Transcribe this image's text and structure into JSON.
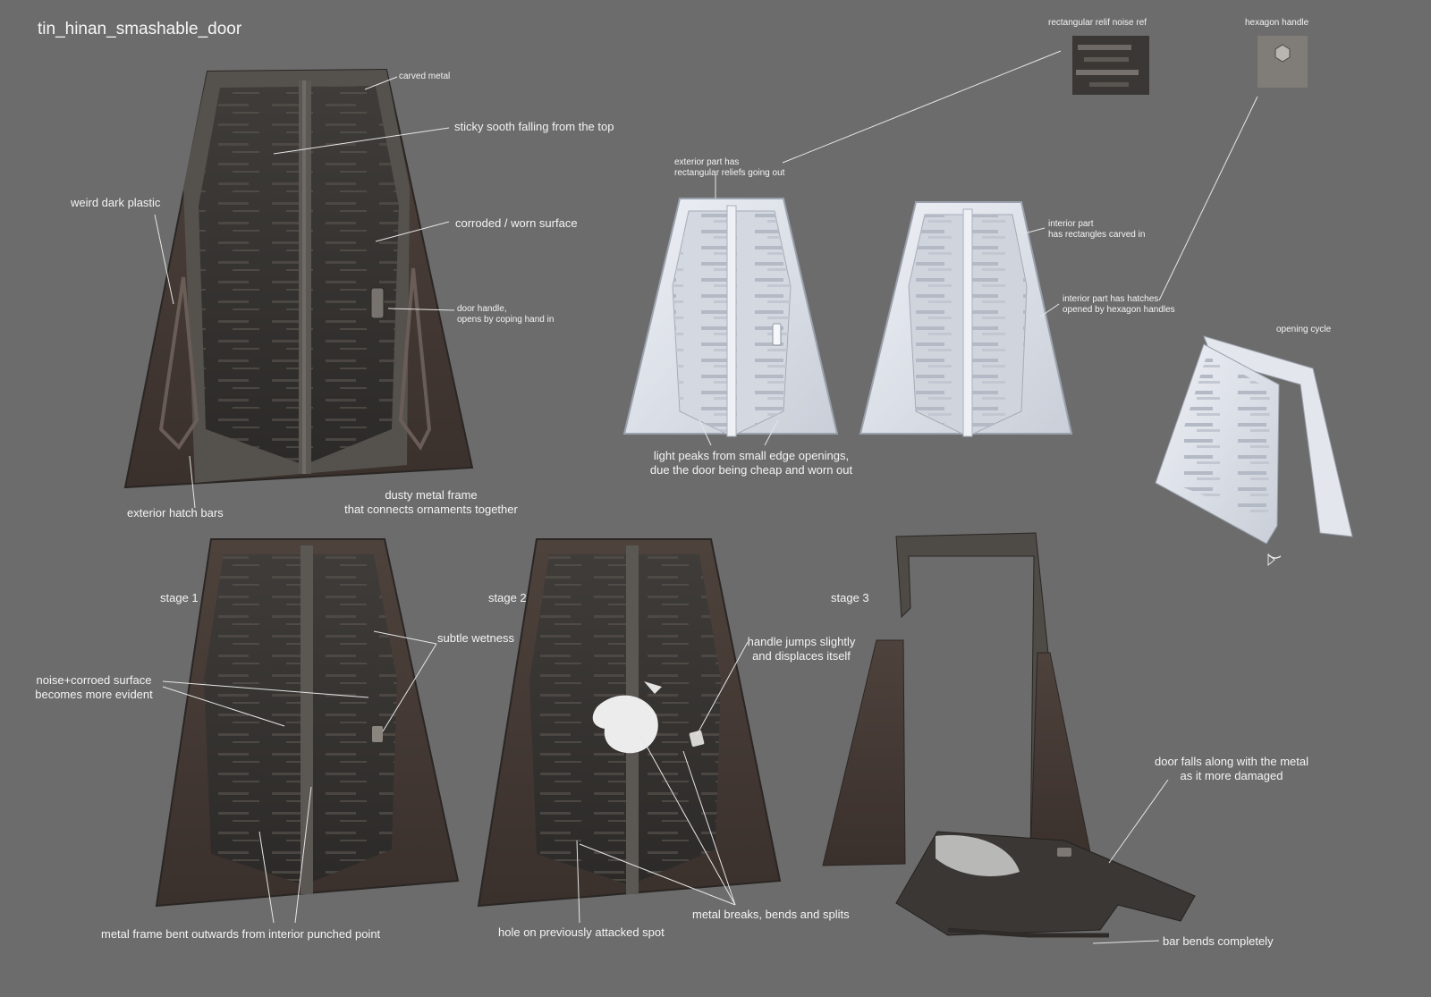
{
  "title": "tin_hinan_smashable_door",
  "refs": {
    "relief_ref": "rectangular relif noise ref",
    "hexagon_ref": "hexagon handle"
  },
  "main_door_labels": {
    "carved_metal": "carved metal",
    "sticky_sooth": "sticky sooth falling from the top",
    "weird_plastic": "weird dark plastic",
    "corroded": "corroded / worn surface",
    "door_handle": "door handle,\nopens by coping hand in",
    "hatch_bars": "exterior hatch bars",
    "dusty_frame": "dusty metal frame\nthat connects ornaments together"
  },
  "clay_labels": {
    "exterior_part": "exterior part has\nrectangular reliefs going out",
    "interior_part": "interior part\nhas rectangles carved in",
    "interior_hatches": "interior part has hatches\nopened by hexagon handles",
    "light_peaks": "light peaks from small edge openings,\ndue the door being cheap and worn out",
    "opening_cycle": "opening cycle"
  },
  "stages": {
    "stage1": "stage 1",
    "stage2": "stage 2",
    "stage3": "stage 3",
    "subtle_wetness": "subtle wetness",
    "noise_surface": "noise+corroed surface\nbecomes more evident",
    "metal_frame_bent": "metal frame bent outwards from interior punched point",
    "handle_jumps": "handle jumps slightly\nand displaces itself",
    "hole": "hole on previously attacked spot",
    "metal_breaks": "metal breaks, bends and splits",
    "door_falls": "door falls along with the metal\nas it more damaged",
    "bar_bends": "bar bends completely"
  },
  "colors": {
    "background": "#6c6c6c",
    "metal_dark": "#3b3835",
    "metal_frame": "#55524e",
    "plastic_dark": "#463b36",
    "clay_white": "#dfe3ea",
    "clay_shadow": "#a9afbb",
    "leader_line": "#e6e6e6"
  }
}
